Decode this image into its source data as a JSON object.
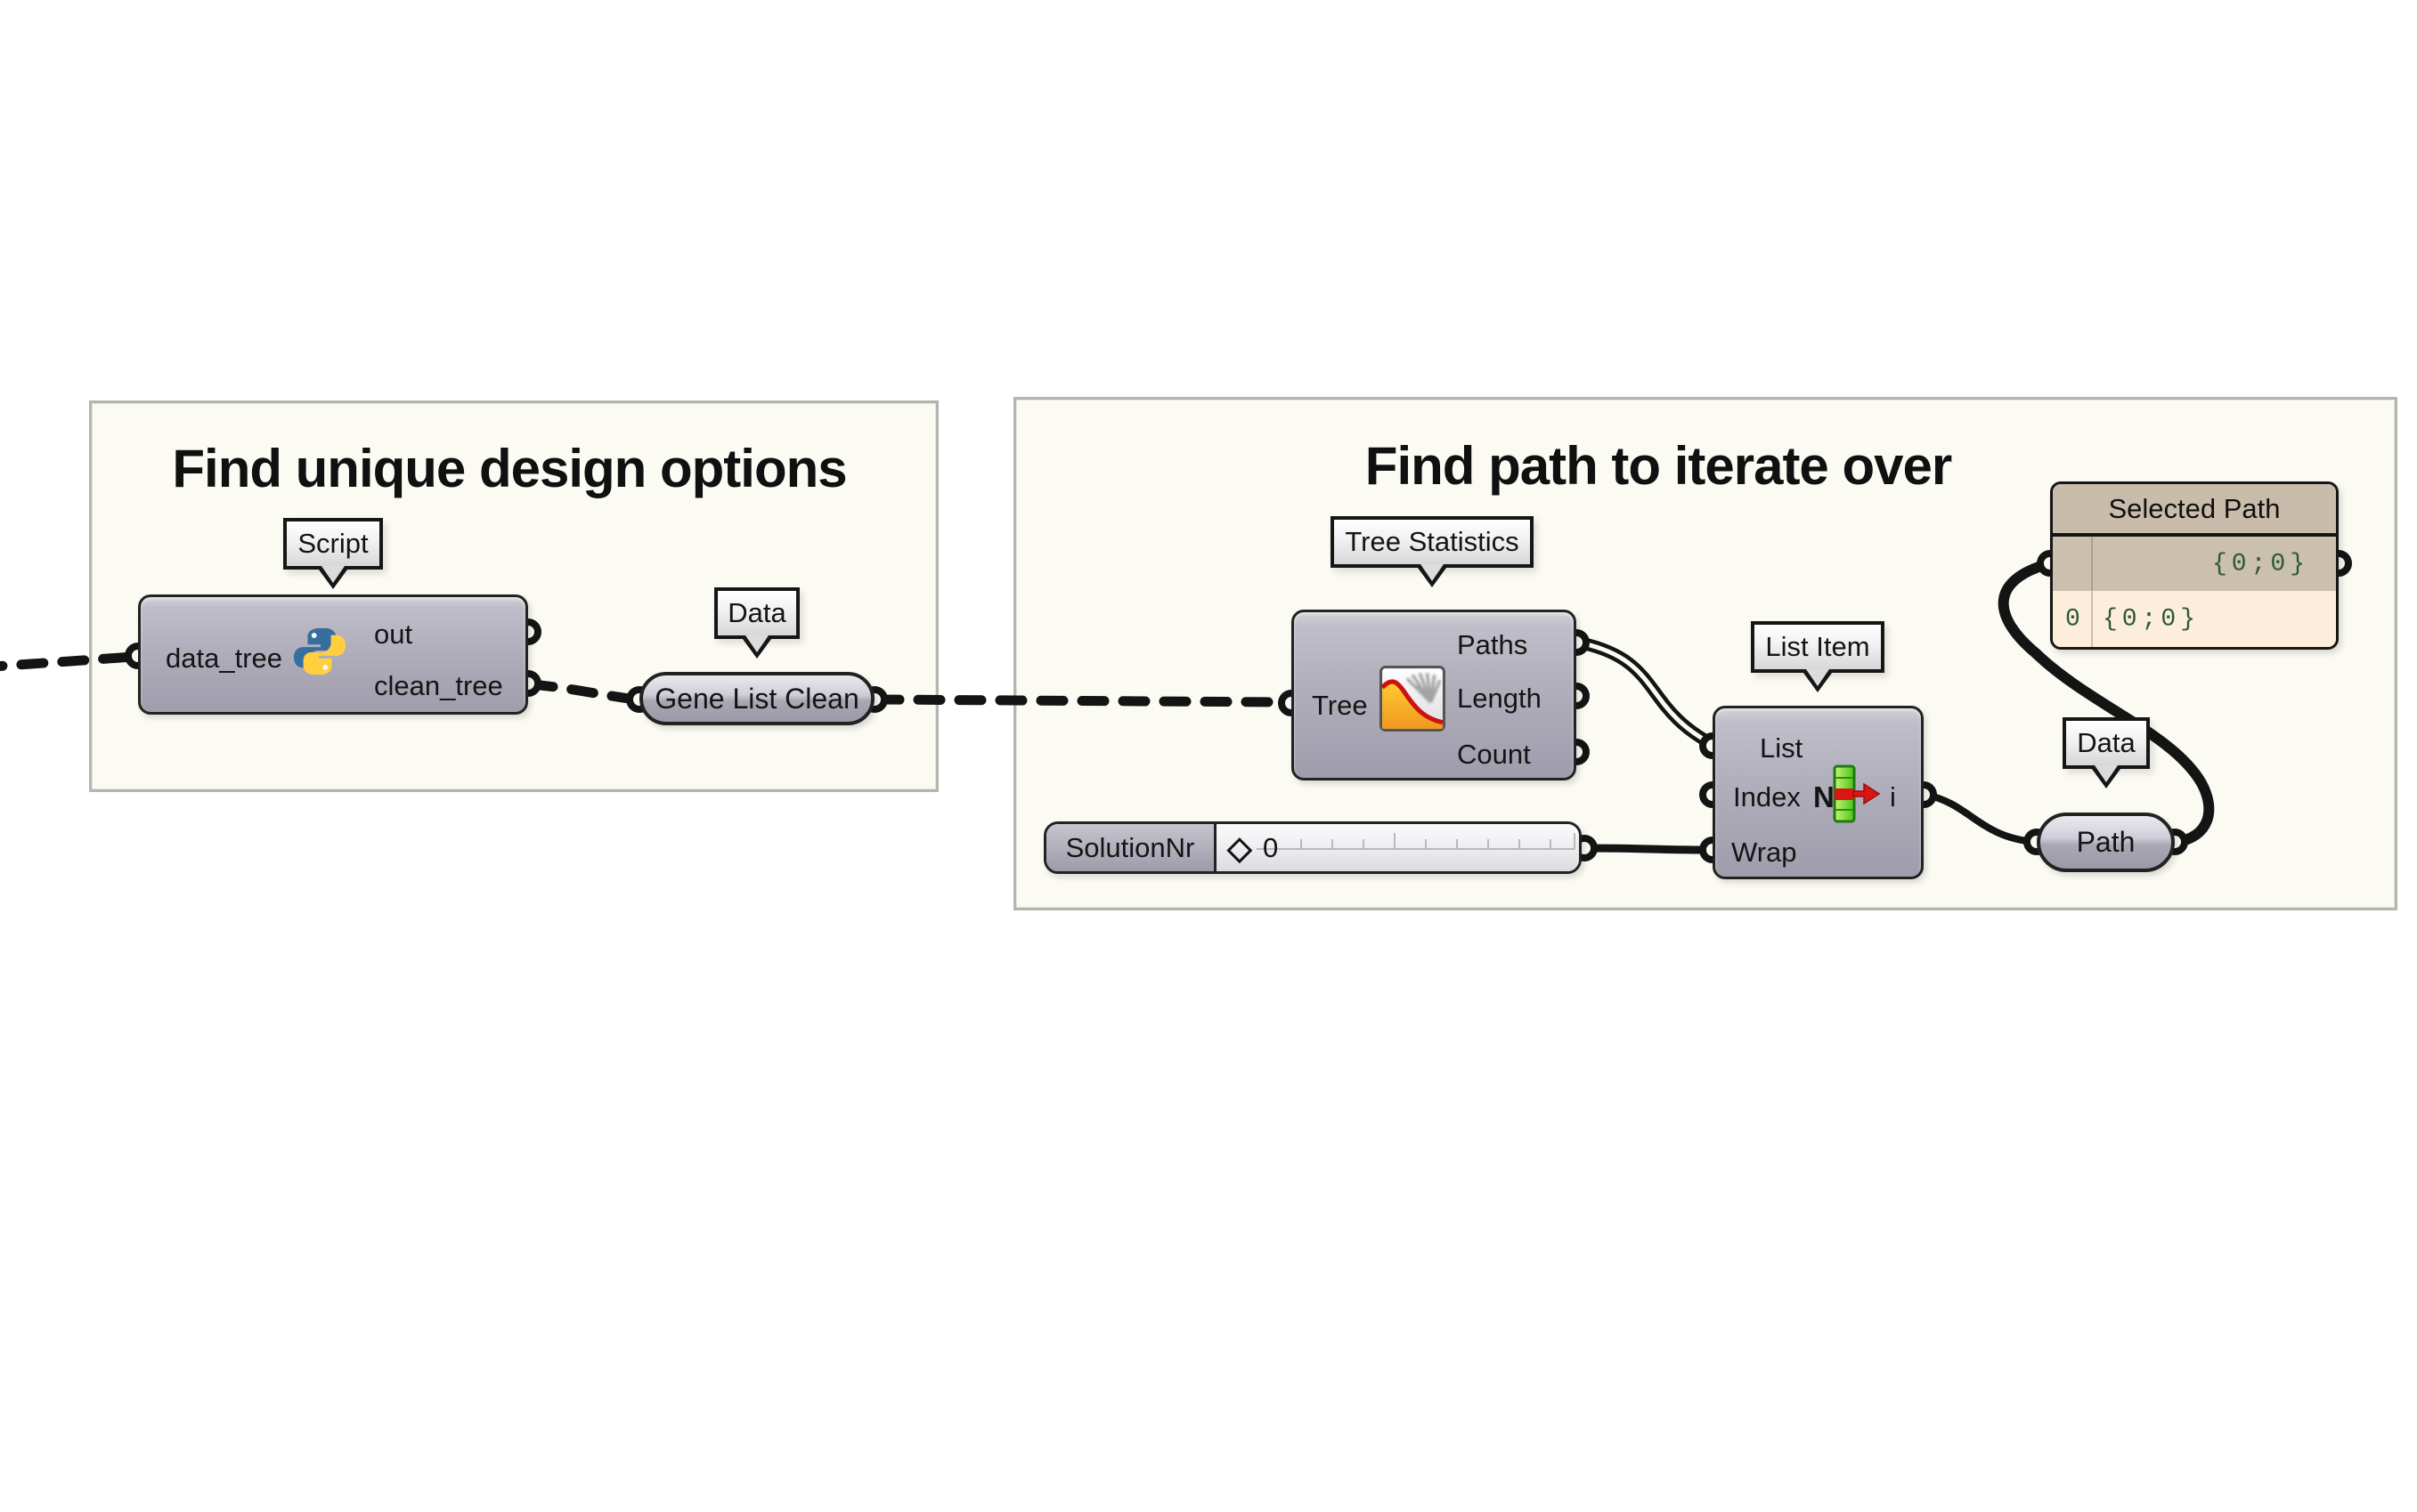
{
  "groups": [
    {
      "title": "Find unique design options"
    },
    {
      "title": "Find path to iterate over"
    }
  ],
  "script_component": {
    "balloon": "Script",
    "inputs": [
      "data_tree"
    ],
    "outputs": [
      "out",
      "clean_tree"
    ],
    "icon": "python-icon"
  },
  "gene_param": {
    "balloon": "Data",
    "label": "Gene List Clean"
  },
  "tree_stats": {
    "balloon": "Tree Statistics",
    "inputs": [
      "Tree"
    ],
    "outputs": [
      "Paths",
      "Length",
      "Count"
    ],
    "icon": "tree-statistics-icon"
  },
  "list_item": {
    "balloon": "List Item",
    "inputs": [
      "List",
      "Index",
      "Wrap"
    ],
    "output_label": "i",
    "icon_letter": "N",
    "icon": "list-item-icon"
  },
  "slider": {
    "label": "SolutionNr",
    "grip_glyph": "◇",
    "value": "0"
  },
  "path_param": {
    "balloon": "Data",
    "label": "Path"
  },
  "panel": {
    "title": "Selected Path",
    "branch_header": "{0;0}",
    "item_index": "0",
    "item_value": "{0;0}"
  },
  "colors": {
    "wire": "#141414",
    "group_fill": "#fcfbf3",
    "group_border": "#b5b5ad",
    "component_border": "#222222",
    "panel_header": "#c9bcab",
    "panel_row": "#cbbfae",
    "panel_body": "#fdeedc",
    "panel_text_green": "#2e5a31",
    "python_blue": "#366f9f",
    "python_yellow": "#ffcf3f",
    "list_icon_green": "#49c41d",
    "icon_red": "#cc1111"
  }
}
